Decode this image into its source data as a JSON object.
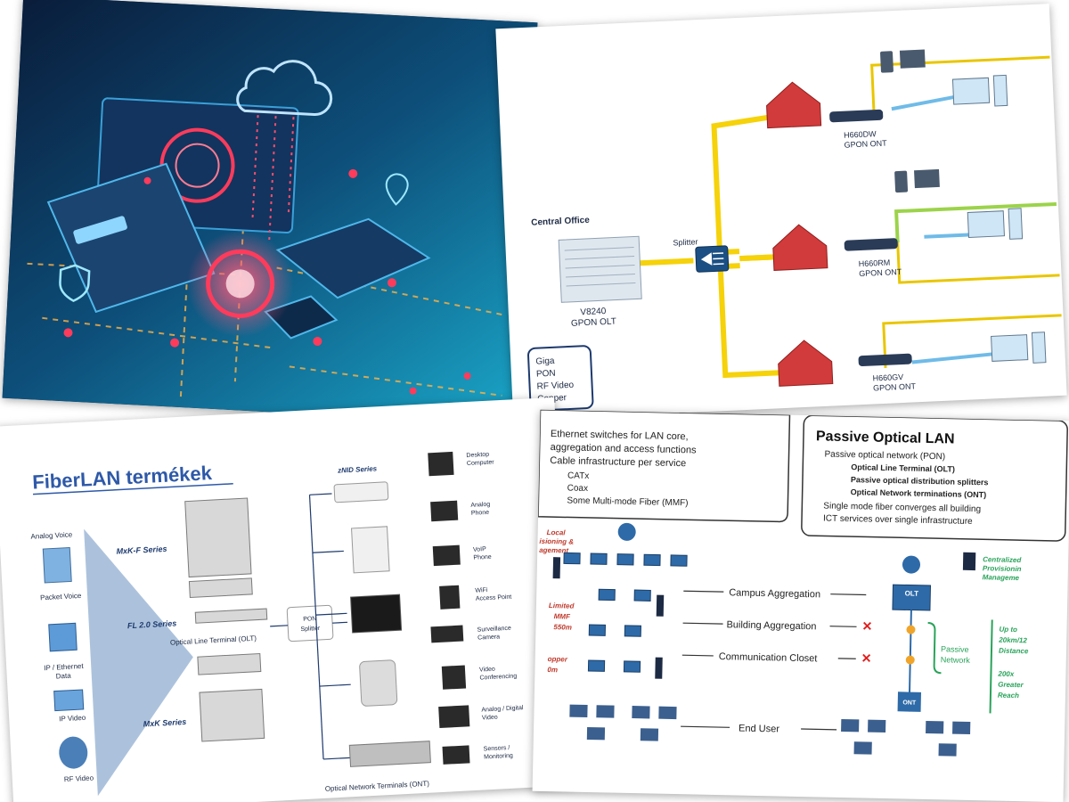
{
  "gpon": {
    "central_office": "Central Office",
    "splitter": "Splitter",
    "olt_model": "V8240",
    "olt_label": "GPON OLT",
    "ont1_model": "H660DW",
    "ont1_label": "GPON ONT",
    "ont2_model": "H660RM",
    "ont2_label": "GPON ONT",
    "ont3_model": "H660GV",
    "ont3_label": "GPON ONT",
    "services": [
      "Giga",
      "PON",
      "RF Video",
      "Copper"
    ]
  },
  "fiberlan": {
    "title": "FiberLAN termékek",
    "left_items": [
      "Analog Voice",
      "Packet Voice",
      "IP / Ethernet",
      "Data",
      "IP Video",
      "RF Video"
    ],
    "series": [
      "MxK-F Series",
      "FL 2.0 Series",
      "MxK Series",
      "zNID Series"
    ],
    "olt_label": "Optical Line Terminal (OLT)",
    "pon_splitter": [
      "PON",
      "Splitter"
    ],
    "ont_label": "Optical Network Terminals (ONT)",
    "devices": [
      [
        "Desktop",
        "Computer"
      ],
      [
        "Analog",
        "Phone"
      ],
      [
        "VoIP",
        "Phone"
      ],
      [
        "WiFi",
        "Access Point"
      ],
      [
        "Surveillance",
        "Camera"
      ],
      [
        "Video",
        "Conferencing"
      ],
      [
        "Analog / Digital",
        "Video"
      ],
      [
        "Sensors /",
        "Monitoring"
      ]
    ]
  },
  "pol": {
    "left_box_lines": [
      "Ethernet switches for LAN core,",
      "aggregation and access functions",
      "Cable infrastructure per service"
    ],
    "left_box_sub": [
      "CATx",
      "Coax",
      "Some Multi-mode Fiber (MMF)"
    ],
    "title": "Passive Optical LAN",
    "bullets": [
      "Passive optical network (PON)",
      "Single mode fiber converges all building",
      "ICT services over single infrastructure"
    ],
    "sub_bullets": [
      "Optical Line Terminal (OLT)",
      "Passive optical distribution splitters",
      "Optical Network terminations (ONT)"
    ],
    "left_red": [
      "Local",
      "isioning &",
      "agement"
    ],
    "limited": [
      "Limited",
      "MMF",
      "550m"
    ],
    "copper": [
      "opper",
      "0m"
    ],
    "levels": [
      "Campus Aggregation",
      "Building Aggregation",
      "Communication Closet",
      "End User"
    ],
    "right_green": [
      "Centralized",
      "Provisionin",
      "Manageme"
    ],
    "passive_network": [
      "Passive",
      "Network"
    ],
    "reach": [
      "Up to",
      "20km/12",
      "Distance"
    ],
    "greater": [
      "200x",
      "Greater",
      "Reach"
    ],
    "olt": "OLT",
    "ont": "ONT"
  }
}
